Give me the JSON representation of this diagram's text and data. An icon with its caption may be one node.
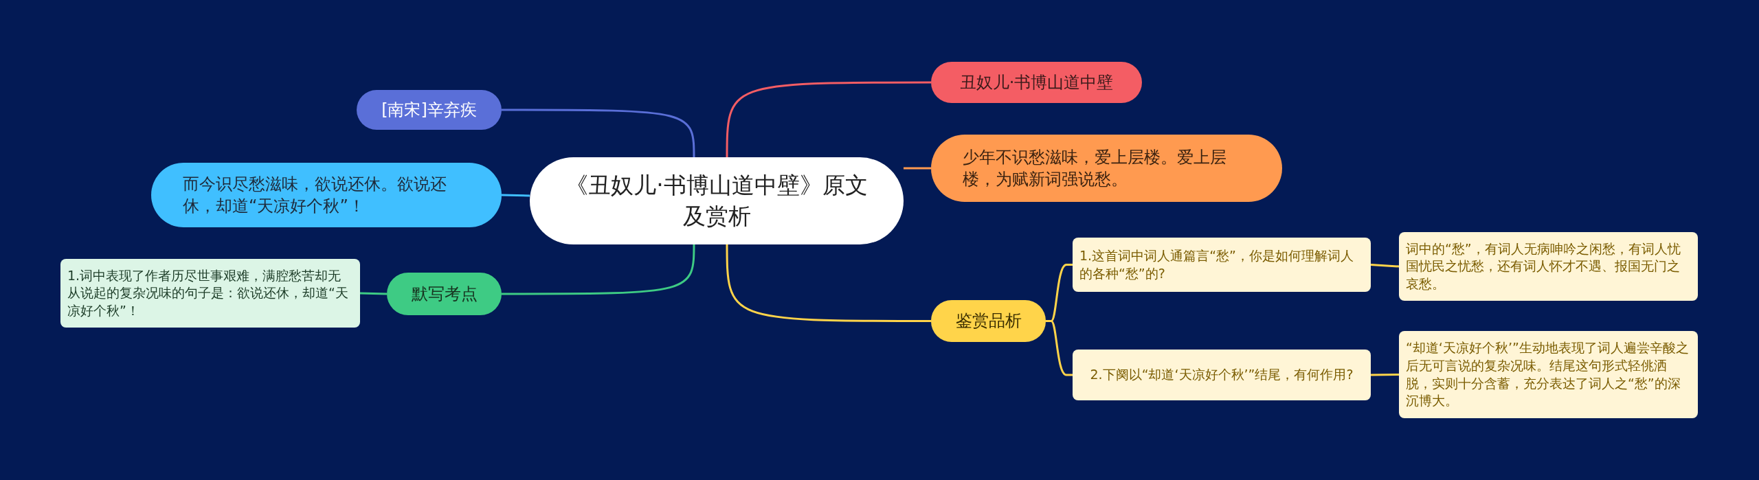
{
  "diagram": {
    "nodes": [
      {
        "text": [
          "《丑奴儿·书博山道中壁》原文及赏析"
        ]
      },
      {
        "text": [
          "[南宋]辛弃疾"
        ]
      },
      {
        "text": [
          "而今识尽愁滋味，欲说还休。欲说还休，却道“天凉好个秋”！"
        ]
      },
      {
        "text": [
          "默写考点"
        ]
      },
      {
        "text": [
          "1.词中表现了作者历尽世事艰难，满腔愁苦却无从说起的复杂况味的句子是：欲说还休，却道“天凉好个秋”！"
        ]
      },
      {
        "text": [
          "丑奴儿·书博山道中壁"
        ]
      },
      {
        "text": [
          "少年不识愁滋味，爱上层楼。爱上层楼，为赋新词强说愁。"
        ]
      },
      {
        "text": [
          "鉴赏品析"
        ]
      },
      {
        "text": [
          "1.这首词中词人通篇言“愁”，你是如何理解词人的各种“愁”的?"
        ]
      },
      {
        "text": [
          "词中的“愁”，有词人无病呻吟之闲愁，有词人忧国忧民之忧愁，还有词人怀才不遇、报国无门之哀愁。"
        ]
      },
      {
        "text": [
          "2.下阕以“却道‘天凉好个秋’”结尾，有何作用?"
        ]
      },
      {
        "text": [
          "“却道‘天凉好个秋’”生动地表现了词人遍尝辛酸之后无可言说的复杂况味。结尾这句形式轻佻洒脱，实则十分含蓄，充分表达了词人之“愁”的深沉博大。"
        ]
      }
    ],
    "edges": [
      {
        "from": 0,
        "to": 1,
        "arrow": "none",
        "color": "#5a6fd8"
      },
      {
        "from": 0,
        "to": 2,
        "arrow": "none",
        "color": "#40bfff"
      },
      {
        "from": 0,
        "to": 3,
        "arrow": "none",
        "color": "#3ecb84"
      },
      {
        "from": 3,
        "to": 4,
        "arrow": "none",
        "color": "#3ecb84"
      },
      {
        "from": 0,
        "to": 5,
        "arrow": "none",
        "color": "#f45d64"
      },
      {
        "from": 0,
        "to": 6,
        "arrow": "none",
        "color": "#ff9a50"
      },
      {
        "from": 0,
        "to": 7,
        "arrow": "none",
        "color": "#ffd44a"
      },
      {
        "from": 7,
        "to": 8,
        "arrow": "none",
        "color": "#ffd44a"
      },
      {
        "from": 8,
        "to": 9,
        "arrow": "none",
        "color": "#ffd44a"
      },
      {
        "from": 7,
        "to": 10,
        "arrow": "none",
        "color": "#ffd44a"
      },
      {
        "from": 10,
        "to": 11,
        "arrow": "none",
        "color": "#ffd44a"
      }
    ]
  }
}
